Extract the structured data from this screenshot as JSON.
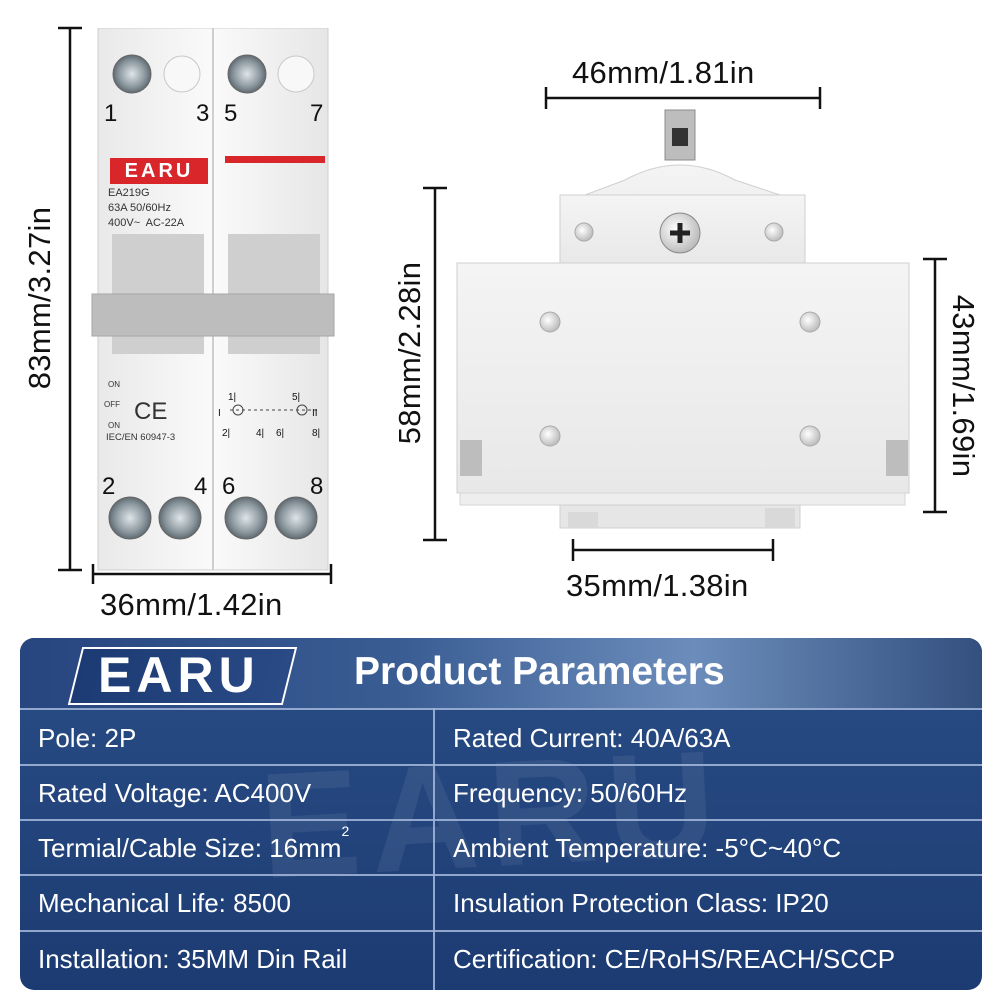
{
  "dimensions": {
    "height": "83mm/3.27in",
    "width_front": "36mm/1.42in",
    "depth": "46mm/1.81in",
    "side_height": "58mm/2.28in",
    "module_height": "43mm/1.69in",
    "rail_width": "35mm/1.38in"
  },
  "device": {
    "brand": "EARU",
    "model": "EA219G",
    "rating_1": "63A 50/60Hz",
    "rating_2": "400V~  AC-22A",
    "terminals_top": [
      "1",
      "3",
      "5",
      "7"
    ],
    "terminals_bottom": [
      "2",
      "4",
      "6",
      "8"
    ],
    "switch_on": "ON",
    "switch_off": "OFF",
    "switch_on2": "ON",
    "ce_mark": "CE",
    "standard": "IEC/EN 60947-3",
    "diagram_labels": [
      "1|",
      "5|",
      "I",
      "II",
      "2|",
      "4|",
      "6|",
      "8|"
    ]
  },
  "panel": {
    "logo": "EARU",
    "title": "Product Parameters",
    "rows": [
      {
        "left": "Pole: 2P",
        "right": "Rated Current: 40A/63A"
      },
      {
        "left": "Rated Voltage: AC400V",
        "right": "Frequency: 50/60Hz"
      },
      {
        "left": "Termial/Cable Size: 16mm",
        "left_sup": "2",
        "right": "Ambient Temperature: -5°C~40°C"
      },
      {
        "left": "Mechanical Life: 8500",
        "right": "Insulation Protection Class: IP20"
      },
      {
        "left": "Installation: 35MM Din Rail",
        "right": "Certification: CE/RoHS/REACH/SCCP"
      }
    ]
  },
  "colors": {
    "panel_blue": "#274a82",
    "brand_red": "#d8262b",
    "device_white": "#f2f2f2"
  }
}
